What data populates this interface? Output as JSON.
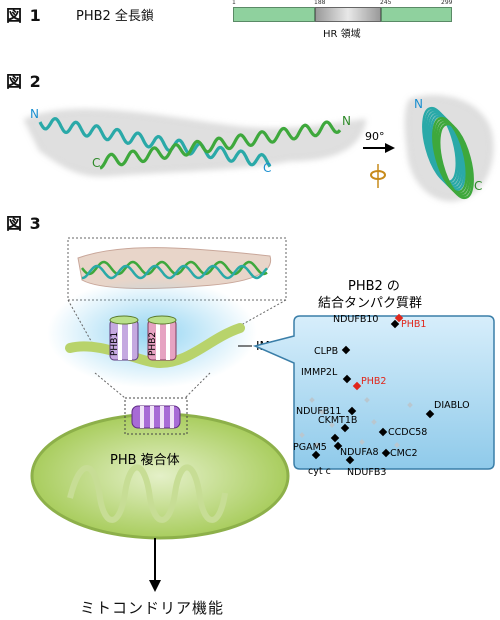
{
  "fig1": {
    "label": "図 1",
    "protein_name": "PHB2 全長鎖",
    "ticks": {
      "start": "1",
      "hr_start": "188",
      "hr_end": "245",
      "end": "299"
    },
    "hr_region_label": "HR 領域"
  },
  "fig2": {
    "label": "図 2",
    "left_termini": {
      "n1": "N",
      "n2": "N",
      "c1": "C",
      "c2": "C"
    },
    "rotation_label": "90°",
    "right_termini": {
      "n": "N",
      "c": "C"
    }
  },
  "fig3": {
    "label": "図 3",
    "box_title_line1": "PHB2 の",
    "box_title_line2": "結合タンパク質群",
    "phb1_label": "PHB1",
    "phb2_label": "PHB2",
    "imm_label": "IMM",
    "complex_label": "PHB 複合体",
    "outcome_label": "ミトコンドリア機能",
    "binding_proteins": [
      {
        "name": "NDUFB10"
      },
      {
        "name": "PHB1"
      },
      {
        "name": "CLPB"
      },
      {
        "name": "IMMP2L"
      },
      {
        "name": "PHB2"
      },
      {
        "name": "NDUFB11"
      },
      {
        "name": "DIABLO"
      },
      {
        "name": "CKMT1B"
      },
      {
        "name": "CCDC58"
      },
      {
        "name": "PGAM5"
      },
      {
        "name": "NDUFA8"
      },
      {
        "name": "CMC2"
      },
      {
        "name": "cyt c"
      },
      {
        "name": "NDUFB3"
      }
    ]
  },
  "colors": {
    "green_domain": "#8fd19e",
    "hr_gray": "#c8c8c8",
    "teal_helix": "#2aa9a8",
    "green_helix": "#3ea83c",
    "mito_green": "#b9d77a",
    "box_blue": "#a9d8f2",
    "highlight_red": "#e0261b",
    "terminus_blue": "#1a8fd0"
  }
}
